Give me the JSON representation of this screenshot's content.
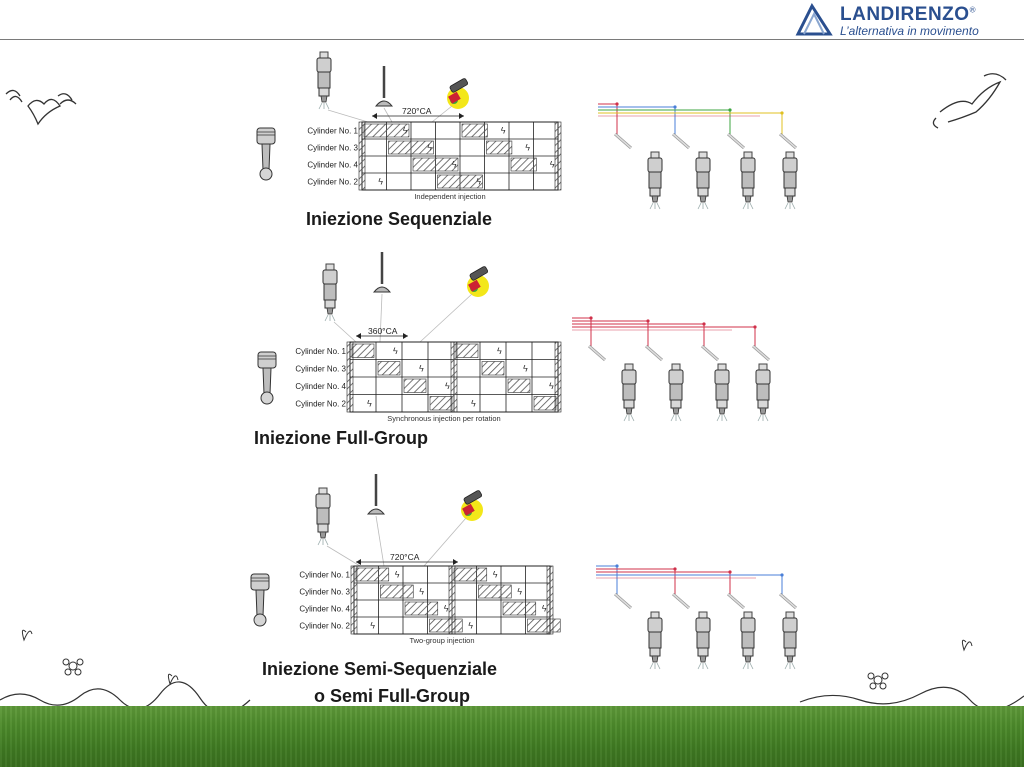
{
  "header": {
    "brand": "LANDIRENZO",
    "registered": "®",
    "tagline": "L’alternativa in movimento"
  },
  "colors": {
    "brand_blue": "#2a4f8f",
    "grass_green": "#4e8c2c",
    "wire_red": "#d0304a",
    "wire_blue": "#4a7fd8",
    "wire_green": "#3da640",
    "wire_yellow": "#e0c020",
    "hatch": "#555555"
  },
  "cylinder_labels": [
    "Cylinder No. 1",
    "Cylinder No. 3",
    "Cylinder No. 4",
    "Cylinder No. 2"
  ],
  "sections": [
    {
      "title": "Iniezione Sequenziale",
      "angle_label": "720°CA",
      "caption": "Independent injection"
    },
    {
      "title": "Iniezione Full-Group",
      "angle_label": "360°CA",
      "caption": "Synchronous injection per rotation"
    },
    {
      "title_line1": "Iniezione Semi-Sequenziale",
      "title_line2": "o Semi Full-Group",
      "angle_label": "720°CA",
      "caption": "Two-group injection"
    }
  ]
}
